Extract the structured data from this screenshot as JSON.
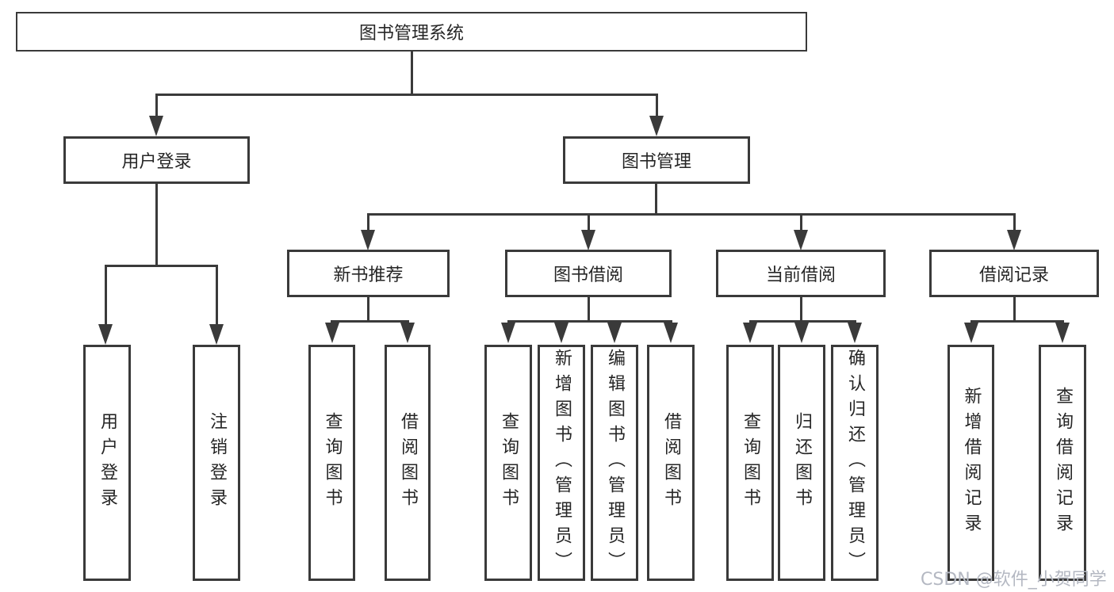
{
  "nodes": {
    "root": "图书管理系统",
    "level2": [
      {
        "label": "用户登录"
      },
      {
        "label": "图书管理"
      }
    ],
    "level3": [
      {
        "label": "新书推荐",
        "parent": "图书管理"
      },
      {
        "label": "图书借阅",
        "parent": "图书管理"
      },
      {
        "label": "当前借阅",
        "parent": "图书管理"
      },
      {
        "label": "借阅记录",
        "parent": "图书管理"
      }
    ],
    "leaves": [
      {
        "label": "用户登录",
        "parent": "用户登录"
      },
      {
        "label": "注销登录",
        "parent": "用户登录"
      },
      {
        "label": "查询图书",
        "parent": "新书推荐"
      },
      {
        "label": "借阅图书",
        "parent": "新书推荐"
      },
      {
        "label": "查询图书",
        "parent": "图书借阅"
      },
      {
        "label": "新增图书（管理员）",
        "parent": "图书借阅"
      },
      {
        "label": "编辑图书（管理员）",
        "parent": "图书借阅"
      },
      {
        "label": "借阅图书",
        "parent": "图书借阅"
      },
      {
        "label": "查询图书",
        "parent": "当前借阅"
      },
      {
        "label": "归还图书",
        "parent": "当前借阅"
      },
      {
        "label": "确认归还（管理员）",
        "parent": "当前借阅"
      },
      {
        "label": "新增借阅记录",
        "parent": "借阅记录"
      },
      {
        "label": "查询借阅记录",
        "parent": "借阅记录"
      }
    ]
  },
  "watermark": {
    "text": "CSDN @软件_小贺同学"
  },
  "colors": {
    "line": "#3a3a3a",
    "text": "#262626",
    "watermark": "#b4b8c2",
    "background": "#ffffff"
  }
}
